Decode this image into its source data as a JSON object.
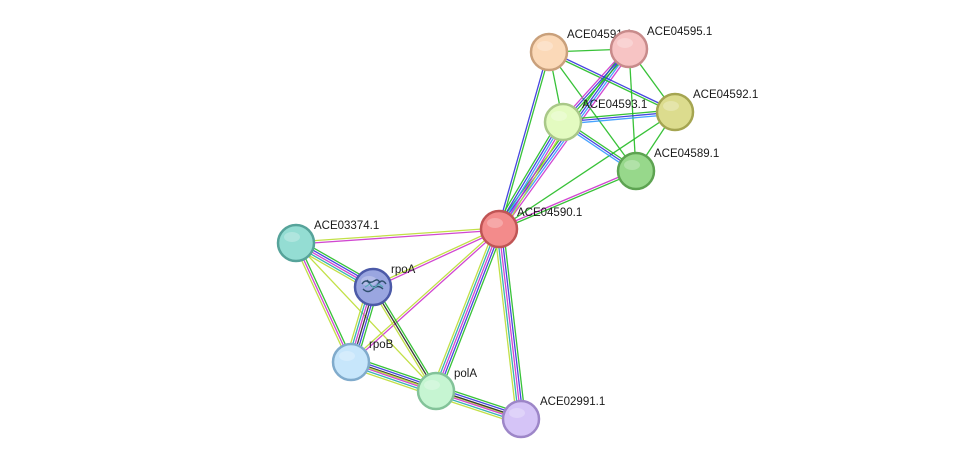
{
  "network": {
    "evidence_colors": {
      "neighborhood": "#22bb22",
      "fusion": "#3333dd",
      "cooccurrence": "#3399ff",
      "coexpression": "#222222",
      "experiments": "#cc33cc",
      "databases": "#22aaaa",
      "textmining": "#bbdd33",
      "homology": "#5555cc"
    },
    "nodes": [
      {
        "id": "ACE04590.1",
        "label": "ACE04590.1",
        "fill": "#f38b8b",
        "stroke": "#c05555",
        "structure": false
      },
      {
        "id": "ACE04591.1",
        "label": "ACE04591.1",
        "fill": "#fbd9b8",
        "stroke": "#c9a07b",
        "structure": false
      },
      {
        "id": "ACE04595.1",
        "label": "ACE04595.1",
        "fill": "#f7c4c4",
        "stroke": "#c88b8b",
        "structure": false
      },
      {
        "id": "ACE04593.1",
        "label": "ACE04593.1",
        "fill": "#e3fbc0",
        "stroke": "#a9c888",
        "structure": false
      },
      {
        "id": "ACE04592.1",
        "label": "ACE04592.1",
        "fill": "#dcdc8e",
        "stroke": "#a5a551",
        "structure": false
      },
      {
        "id": "ACE04589.1",
        "label": "ACE04589.1",
        "fill": "#97d88b",
        "stroke": "#5da351",
        "structure": false
      },
      {
        "id": "ACE03374.1",
        "label": "ACE03374.1",
        "fill": "#94ddd3",
        "stroke": "#56a39a",
        "structure": false
      },
      {
        "id": "rpoA",
        "label": "rpoA",
        "fill": "#9aa6e0",
        "stroke": "#4c5aa8",
        "structure": true
      },
      {
        "id": "rpoB",
        "label": "rpoB",
        "fill": "#c7e6fb",
        "stroke": "#80abcc",
        "structure": false
      },
      {
        "id": "polA",
        "label": "polA",
        "fill": "#c6f5d2",
        "stroke": "#83c399",
        "structure": false
      },
      {
        "id": "ACE02991.1",
        "label": "ACE02991.1",
        "fill": "#d5c4f7",
        "stroke": "#9d86c8",
        "structure": false
      }
    ],
    "edges": [
      {
        "source": "ACE04590.1",
        "target": "ACE04591.1",
        "evidence": [
          "fusion",
          "neighborhood"
        ]
      },
      {
        "source": "ACE04590.1",
        "target": "ACE04595.1",
        "evidence": [
          "neighborhood",
          "fusion",
          "cooccurrence",
          "experiments"
        ]
      },
      {
        "source": "ACE04590.1",
        "target": "ACE04593.1",
        "evidence": [
          "neighborhood",
          "fusion",
          "cooccurrence",
          "experiments",
          "textmining"
        ]
      },
      {
        "source": "ACE04590.1",
        "target": "ACE04592.1",
        "evidence": [
          "neighborhood"
        ]
      },
      {
        "source": "ACE04590.1",
        "target": "ACE04589.1",
        "evidence": [
          "experiments",
          "neighborhood"
        ]
      },
      {
        "source": "ACE04591.1",
        "target": "ACE04595.1",
        "evidence": [
          "neighborhood"
        ]
      },
      {
        "source": "ACE04591.1",
        "target": "ACE04593.1",
        "evidence": [
          "neighborhood"
        ]
      },
      {
        "source": "ACE04591.1",
        "target": "ACE04592.1",
        "evidence": [
          "fusion",
          "neighborhood"
        ]
      },
      {
        "source": "ACE04591.1",
        "target": "ACE04589.1",
        "evidence": [
          "neighborhood"
        ]
      },
      {
        "source": "ACE04595.1",
        "target": "ACE04593.1",
        "evidence": [
          "neighborhood",
          "fusion",
          "experiments"
        ]
      },
      {
        "source": "ACE04595.1",
        "target": "ACE04592.1",
        "evidence": [
          "neighborhood"
        ]
      },
      {
        "source": "ACE04595.1",
        "target": "ACE04589.1",
        "evidence": [
          "neighborhood"
        ]
      },
      {
        "source": "ACE04593.1",
        "target": "ACE04592.1",
        "evidence": [
          "neighborhood",
          "fusion",
          "cooccurrence"
        ]
      },
      {
        "source": "ACE04593.1",
        "target": "ACE04589.1",
        "evidence": [
          "neighborhood",
          "fusion",
          "cooccurrence"
        ]
      },
      {
        "source": "ACE04592.1",
        "target": "ACE04589.1",
        "evidence": [
          "neighborhood"
        ]
      },
      {
        "source": "ACE04590.1",
        "target": "ACE03374.1",
        "evidence": [
          "experiments",
          "textmining"
        ]
      },
      {
        "source": "ACE04590.1",
        "target": "rpoA",
        "evidence": [
          "experiments",
          "textmining"
        ]
      },
      {
        "source": "ACE04590.1",
        "target": "rpoB",
        "evidence": [
          "experiments",
          "textmining"
        ]
      },
      {
        "source": "ACE04590.1",
        "target": "polA",
        "evidence": [
          "neighborhood",
          "fusion",
          "experiments",
          "databases",
          "textmining"
        ]
      },
      {
        "source": "ACE04590.1",
        "target": "ACE02991.1",
        "evidence": [
          "neighborhood",
          "fusion",
          "experiments",
          "databases",
          "textmining"
        ]
      },
      {
        "source": "ACE03374.1",
        "target": "rpoA",
        "evidence": [
          "neighborhood",
          "fusion",
          "experiments",
          "databases",
          "textmining"
        ]
      },
      {
        "source": "ACE03374.1",
        "target": "rpoB",
        "evidence": [
          "neighborhood",
          "experiments",
          "textmining"
        ]
      },
      {
        "source": "ACE03374.1",
        "target": "polA",
        "evidence": [
          "textmining"
        ]
      },
      {
        "source": "rpoA",
        "target": "rpoB",
        "evidence": [
          "neighborhood",
          "fusion",
          "coexpression",
          "experiments",
          "databases",
          "textmining"
        ]
      },
      {
        "source": "rpoA",
        "target": "polA",
        "evidence": [
          "neighborhood",
          "coexpression",
          "textmining"
        ]
      },
      {
        "source": "rpoB",
        "target": "polA",
        "evidence": [
          "neighborhood",
          "fusion",
          "coexpression",
          "experiments",
          "databases",
          "textmining"
        ]
      },
      {
        "source": "rpoB",
        "target": "ACE02991.1",
        "evidence": [
          "textmining"
        ]
      },
      {
        "source": "polA",
        "target": "ACE02991.1",
        "evidence": [
          "neighborhood",
          "fusion",
          "coexpression",
          "experiments",
          "databases",
          "textmining"
        ]
      }
    ]
  }
}
